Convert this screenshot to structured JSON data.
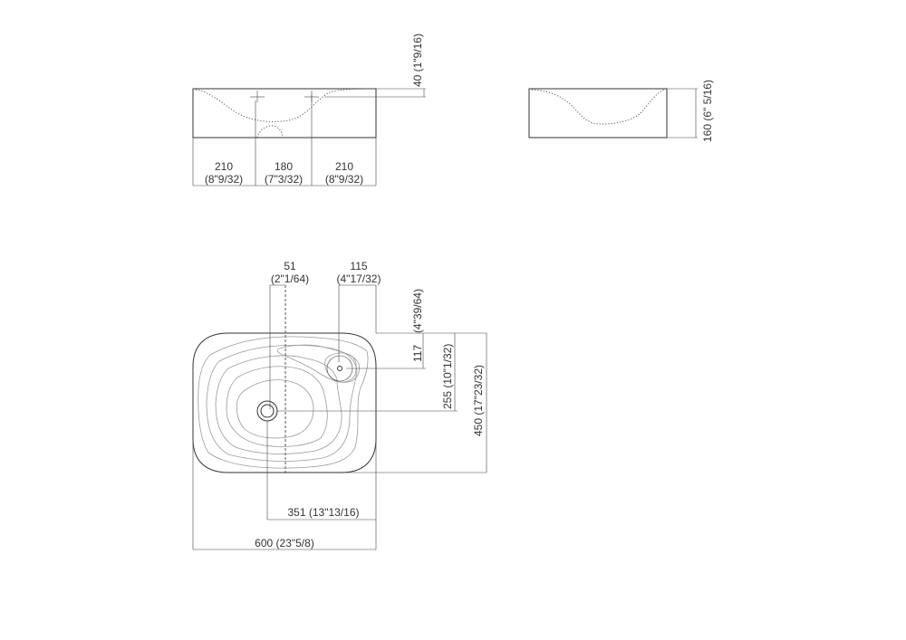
{
  "front_view": {
    "dim_left": "210",
    "dim_left_in": "(8\"9/32)",
    "dim_center": "180",
    "dim_center_in": "(7\"3/32)",
    "dim_right": "210",
    "dim_right_in": "(8\"9/32)",
    "dim_rim": "40 (1\"9/16)"
  },
  "side_view": {
    "dim_height": "160 (6\" 5/16)"
  },
  "top_view": {
    "dim_drain_offset": "51",
    "dim_drain_offset_in": "(2\"1/64)",
    "dim_tap_offset": "115",
    "dim_tap_offset_in": "(4\"17/32)",
    "dim_tap_depth": "117",
    "dim_tap_depth_in": "(4\"39/64)",
    "dim_drain_depth": "255 (10\"1/32)",
    "dim_depth": "450 (17\"23/32)",
    "dim_drain_from_right": "351 (13\"13/16)",
    "dim_width": "600 (23\"5/8)"
  }
}
